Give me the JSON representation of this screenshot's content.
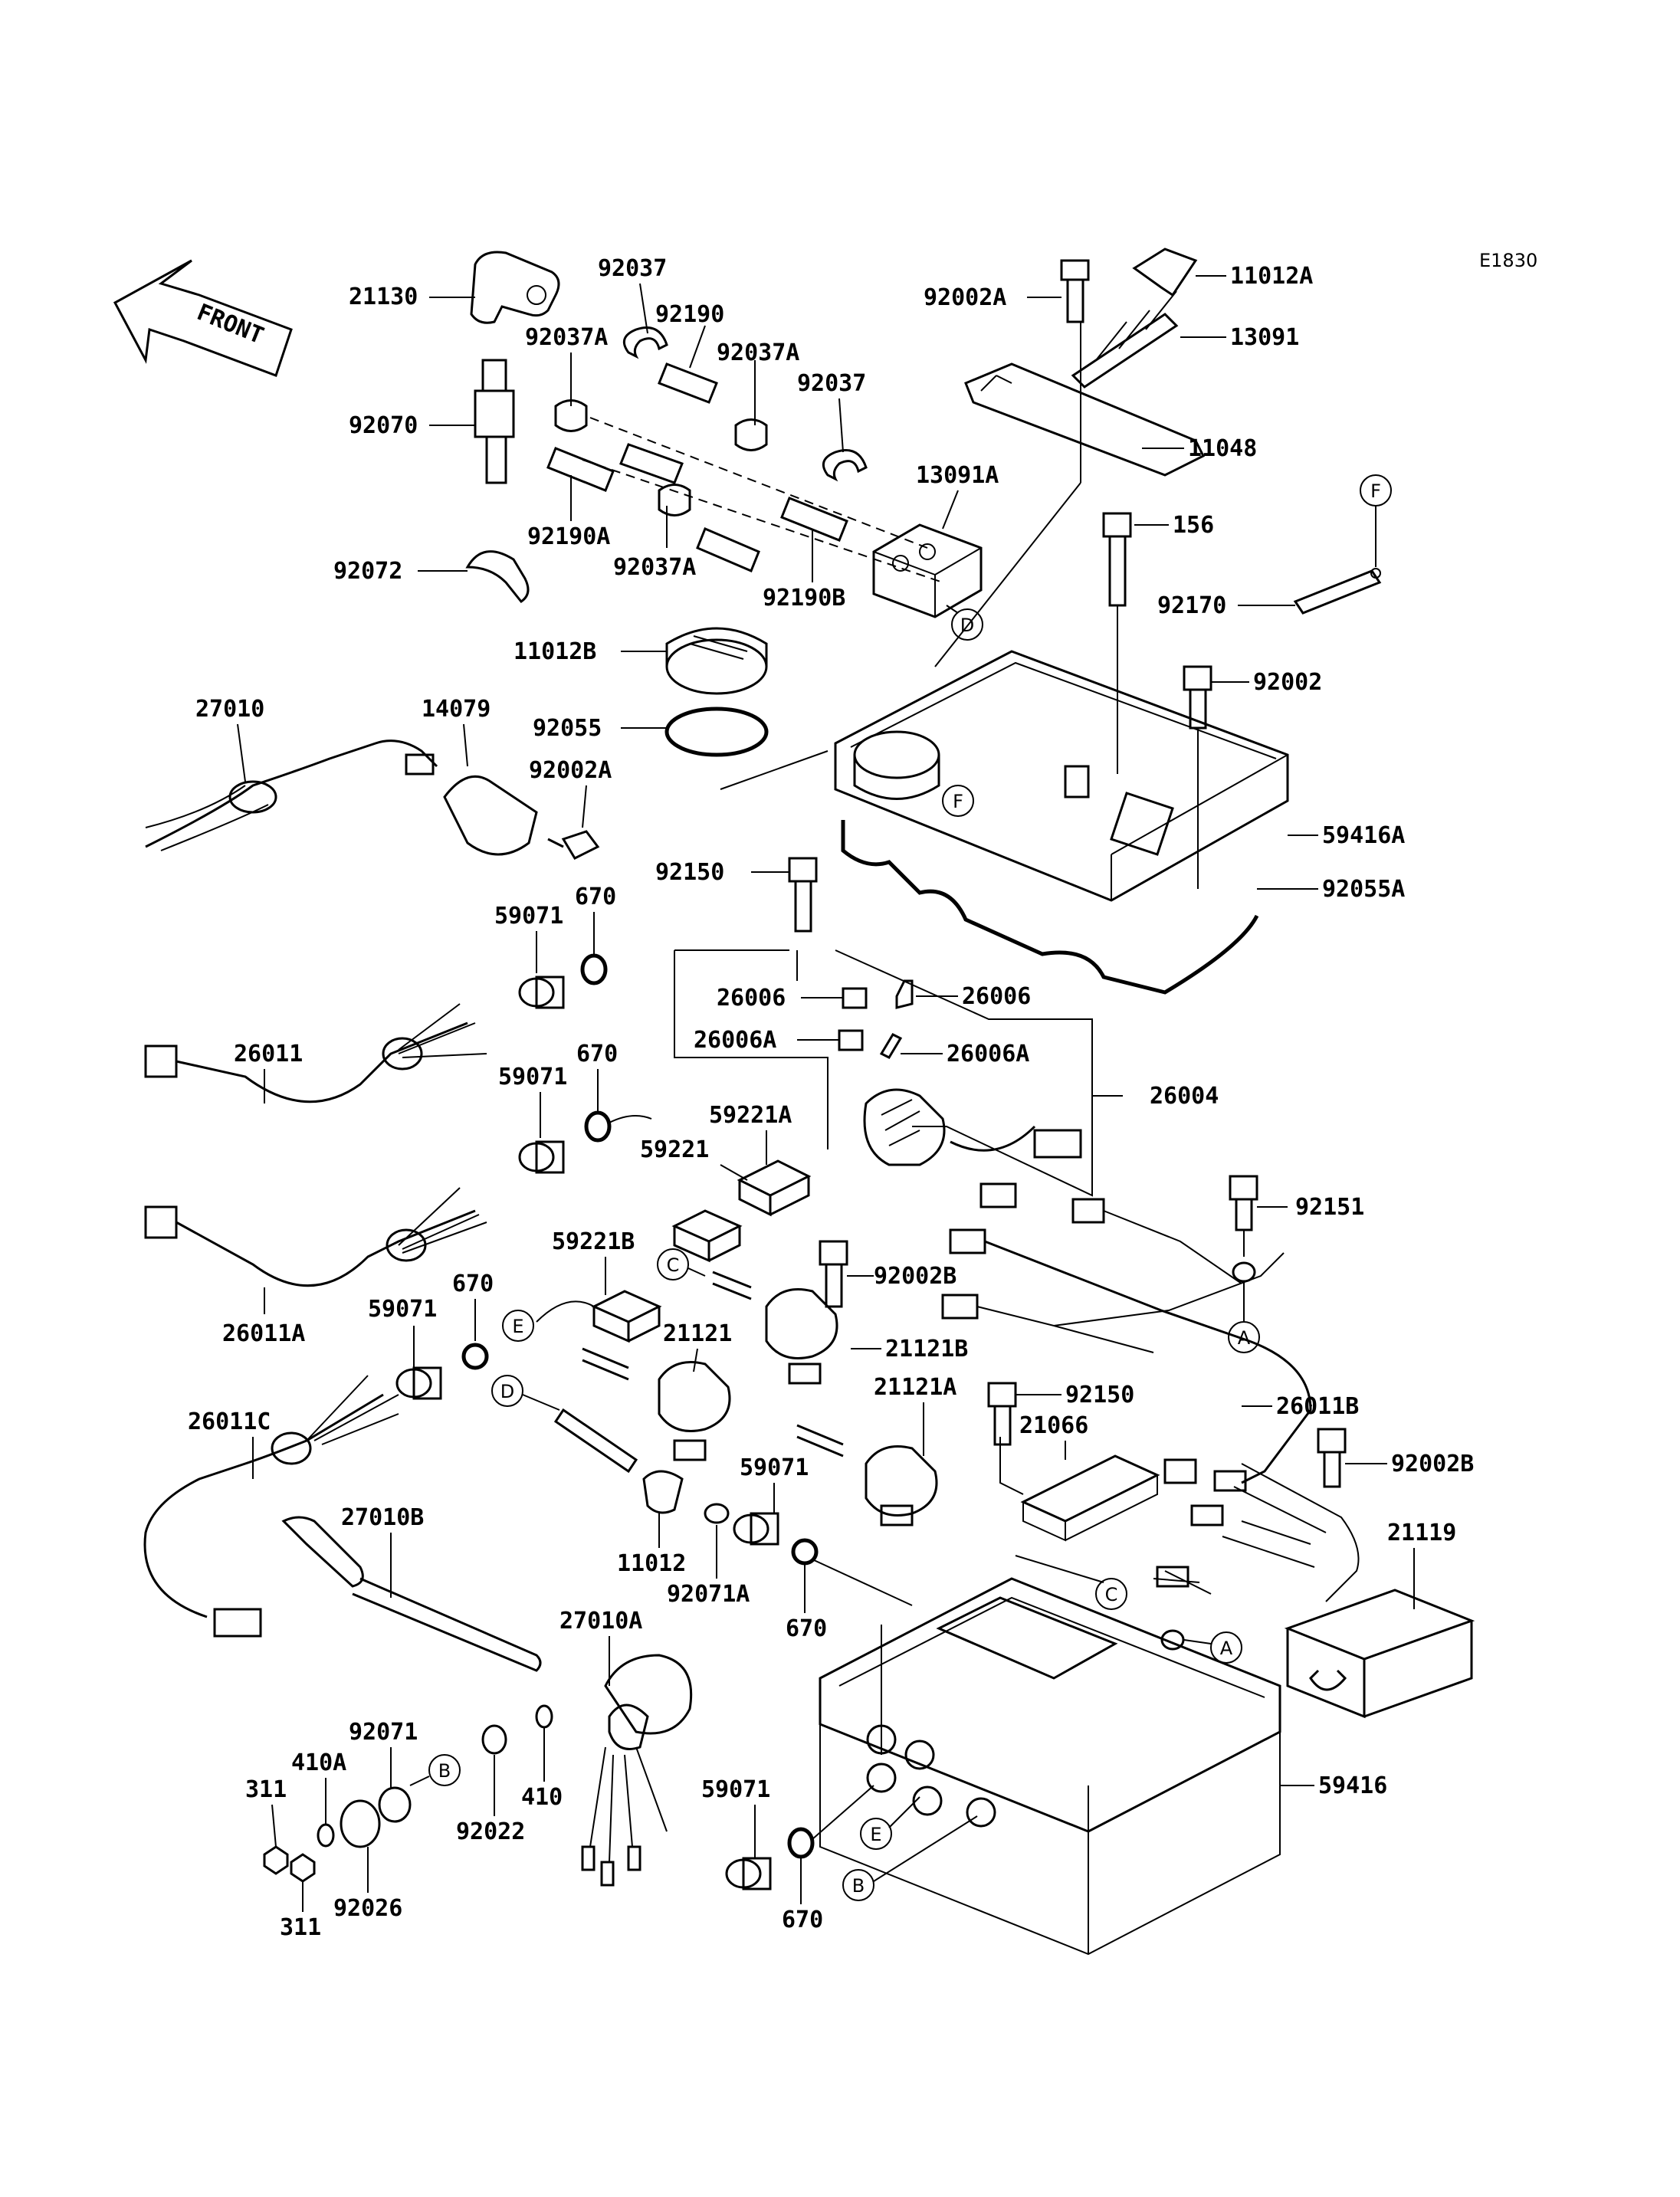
{
  "diagram": {
    "reference_code": "E1830",
    "front_label": "FRONT",
    "parts": [
      {
        "id": "p21130",
        "label": "21130"
      },
      {
        "id": "p92037_top",
        "label": "92037"
      },
      {
        "id": "p92190",
        "label": "92190"
      },
      {
        "id": "p92037A_l",
        "label": "92037A"
      },
      {
        "id": "p92037A_r",
        "label": "92037A"
      },
      {
        "id": "p92037_r",
        "label": "92037"
      },
      {
        "id": "p92070",
        "label": "92070"
      },
      {
        "id": "p13091A",
        "label": "13091A"
      },
      {
        "id": "p92190A",
        "label": "92190A"
      },
      {
        "id": "p92037A_b",
        "label": "92037A"
      },
      {
        "id": "p92190B",
        "label": "92190B"
      },
      {
        "id": "p92072",
        "label": "92072"
      },
      {
        "id": "p92002A_top",
        "label": "92002A"
      },
      {
        "id": "p11012A",
        "label": "11012A"
      },
      {
        "id": "p13091",
        "label": "13091"
      },
      {
        "id": "p11048",
        "label": "11048"
      },
      {
        "id": "p156",
        "label": "156"
      },
      {
        "id": "p92170",
        "label": "92170"
      },
      {
        "id": "p92002",
        "label": "92002"
      },
      {
        "id": "p11012B",
        "label": "11012B"
      },
      {
        "id": "p92055",
        "label": "92055"
      },
      {
        "id": "p59416A",
        "label": "59416A"
      },
      {
        "id": "p92055A",
        "label": "92055A"
      },
      {
        "id": "p27010",
        "label": "27010"
      },
      {
        "id": "p14079",
        "label": "14079"
      },
      {
        "id": "p92002A_mid",
        "label": "92002A"
      },
      {
        "id": "p92150_top",
        "label": "92150"
      },
      {
        "id": "p670_1",
        "label": "670"
      },
      {
        "id": "p59071_1",
        "label": "59071"
      },
      {
        "id": "p26006_l",
        "label": "26006"
      },
      {
        "id": "p26006_r",
        "label": "26006"
      },
      {
        "id": "p26006A_l",
        "label": "26006A"
      },
      {
        "id": "p26006A_r",
        "label": "26006A"
      },
      {
        "id": "p26011",
        "label": "26011"
      },
      {
        "id": "p670_2",
        "label": "670"
      },
      {
        "id": "p59071_2",
        "label": "59071"
      },
      {
        "id": "p26004",
        "label": "26004"
      },
      {
        "id": "p59221A",
        "label": "59221A"
      },
      {
        "id": "p59221",
        "label": "59221"
      },
      {
        "id": "p92151",
        "label": "92151"
      },
      {
        "id": "p26011A",
        "label": "26011A"
      },
      {
        "id": "p59221B",
        "label": "59221B"
      },
      {
        "id": "p92002B_mid",
        "label": "92002B"
      },
      {
        "id": "p670_3",
        "label": "670"
      },
      {
        "id": "p59071_3",
        "label": "59071"
      },
      {
        "id": "p21121",
        "label": "21121"
      },
      {
        "id": "p21121B",
        "label": "21121B"
      },
      {
        "id": "p26011C",
        "label": "26011C"
      },
      {
        "id": "p21121A",
        "label": "21121A"
      },
      {
        "id": "p92150_mid",
        "label": "92150"
      },
      {
        "id": "p26011B",
        "label": "26011B"
      },
      {
        "id": "p21066",
        "label": "21066"
      },
      {
        "id": "p92002B_r",
        "label": "92002B"
      },
      {
        "id": "p27010B",
        "label": "27010B"
      },
      {
        "id": "p59071_4",
        "label": "59071"
      },
      {
        "id": "p11012",
        "label": "11012"
      },
      {
        "id": "p92071A",
        "label": "92071A"
      },
      {
        "id": "p21119",
        "label": "21119"
      },
      {
        "id": "p670_4",
        "label": "670"
      },
      {
        "id": "p27010A",
        "label": "27010A"
      },
      {
        "id": "p92071",
        "label": "92071"
      },
      {
        "id": "p410A",
        "label": "410A"
      },
      {
        "id": "p311_top",
        "label": "311"
      },
      {
        "id": "p92022",
        "label": "92022"
      },
      {
        "id": "p410",
        "label": "410"
      },
      {
        "id": "p92026",
        "label": "92026"
      },
      {
        "id": "p311_bot",
        "label": "311"
      },
      {
        "id": "p59071_5",
        "label": "59071"
      },
      {
        "id": "p59416",
        "label": "59416"
      },
      {
        "id": "p670_5",
        "label": "670"
      }
    ],
    "callouts": [
      {
        "id": "c_F_top",
        "letter": "F"
      },
      {
        "id": "c_D_top",
        "letter": "D"
      },
      {
        "id": "c_F_mid",
        "letter": "F"
      },
      {
        "id": "c_C_left",
        "letter": "C"
      },
      {
        "id": "c_E_left",
        "letter": "E"
      },
      {
        "id": "c_D_left",
        "letter": "D"
      },
      {
        "id": "c_A_right",
        "letter": "A"
      },
      {
        "id": "c_C_right",
        "letter": "C"
      },
      {
        "id": "c_A_box",
        "letter": "A"
      },
      {
        "id": "c_B_left",
        "letter": "B"
      },
      {
        "id": "c_E_box",
        "letter": "E"
      },
      {
        "id": "c_B_box",
        "letter": "B"
      }
    ]
  }
}
